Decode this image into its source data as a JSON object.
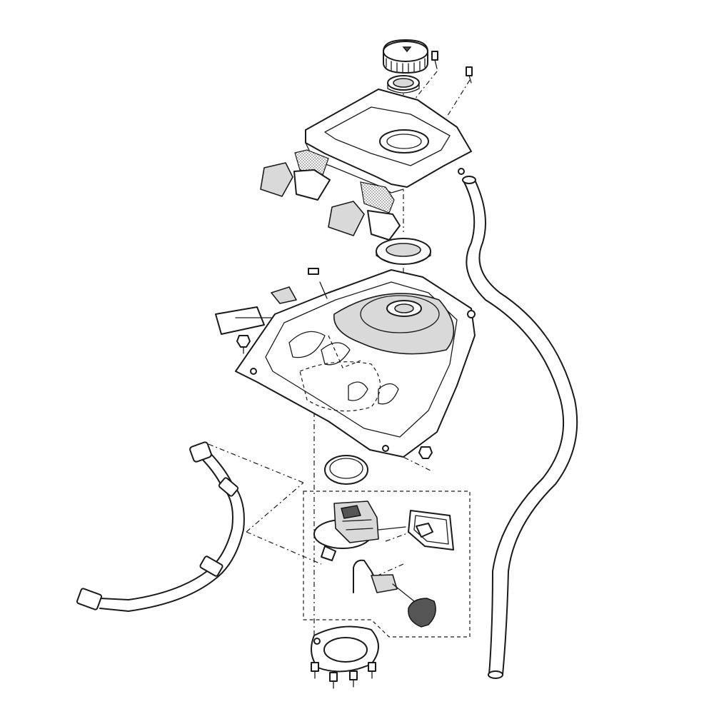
{
  "diagram": {
    "type": "exploded-parts-view",
    "text_labels": [],
    "parts": [
      {
        "id": "filler-cap",
        "icon": "cap-icon"
      },
      {
        "id": "cap-seal-ring",
        "icon": "ring-icon"
      },
      {
        "id": "cap-screws",
        "icon": "screw-icon"
      },
      {
        "id": "tank-cover",
        "icon": "cover-icon"
      },
      {
        "id": "cover-pads",
        "icon": "pad-icon"
      },
      {
        "id": "neck-gasket",
        "icon": "gasket-icon"
      },
      {
        "id": "fuel-tank",
        "icon": "tank-icon"
      },
      {
        "id": "tank-bolts",
        "icon": "bolt-icon"
      },
      {
        "id": "breather-hose",
        "icon": "hose-icon"
      },
      {
        "id": "fuel-hose",
        "icon": "hose-icon"
      },
      {
        "id": "pump-seal-ring",
        "icon": "ring-icon"
      },
      {
        "id": "fuel-pump-module",
        "icon": "pump-icon"
      },
      {
        "id": "pump-filter",
        "icon": "filter-icon"
      },
      {
        "id": "fuel-level-sender",
        "icon": "float-icon"
      },
      {
        "id": "pump-set-plate",
        "icon": "plate-icon"
      },
      {
        "id": "plate-bolts",
        "icon": "bolt-icon"
      }
    ],
    "colors": {
      "line": "#1a1a1a",
      "background": "#ffffff",
      "shade": "#d9d9d9"
    }
  }
}
